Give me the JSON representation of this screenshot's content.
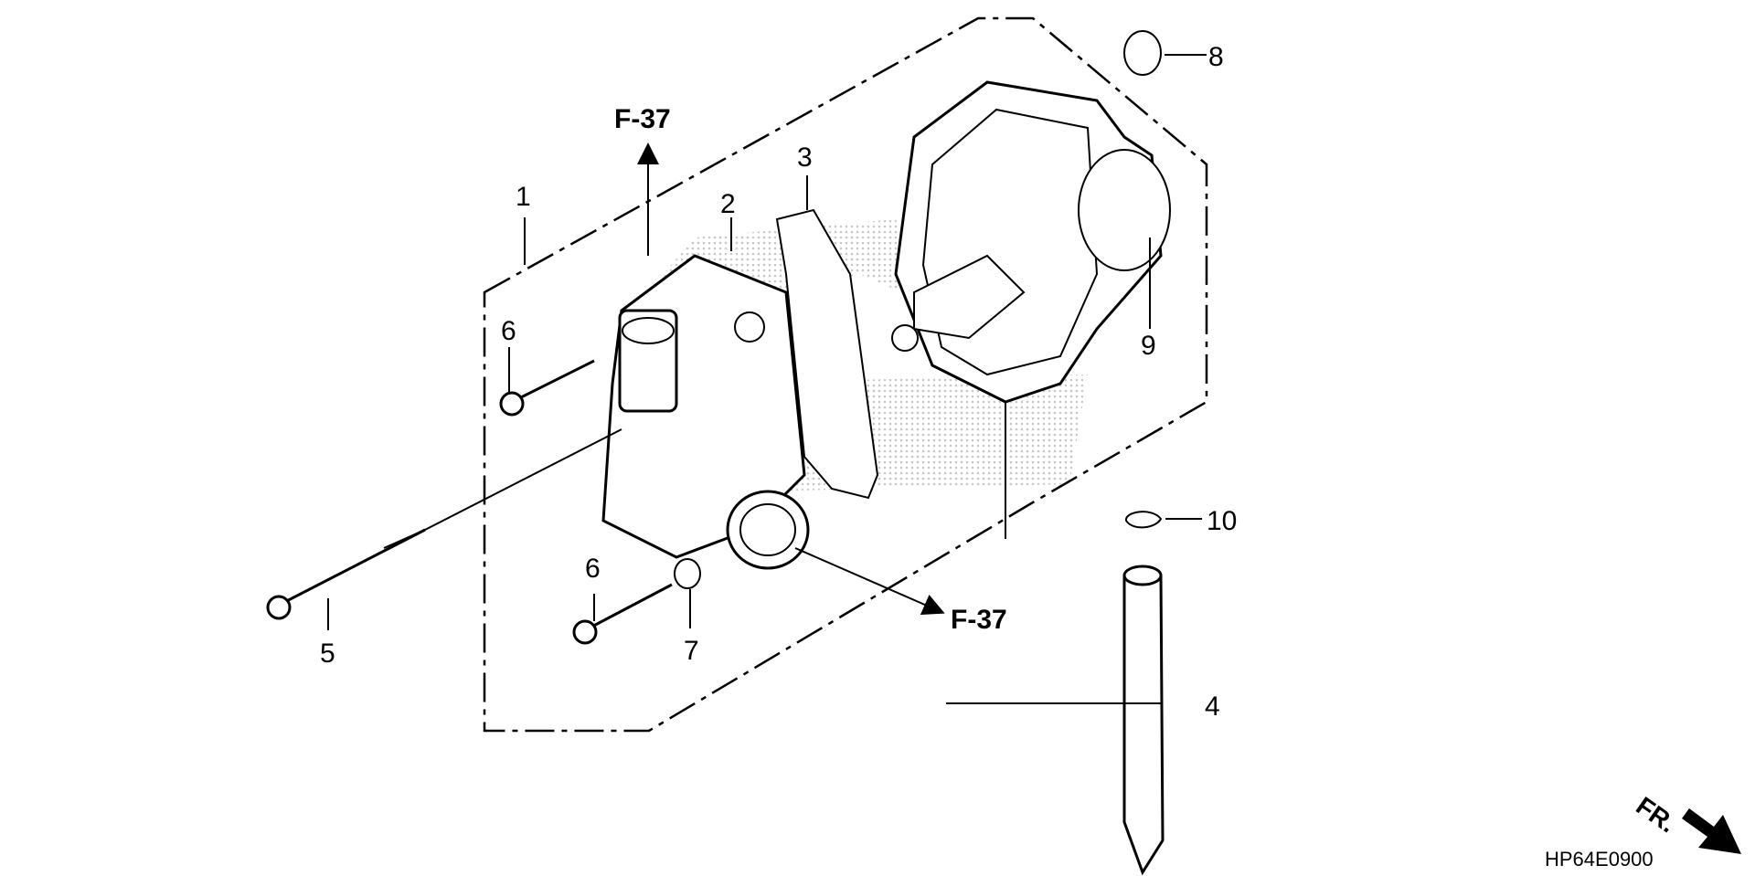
{
  "callouts": {
    "p1": "1",
    "p2": "2",
    "p3": "3",
    "p4": "4",
    "p5": "5",
    "p6a": "6",
    "p6b": "6",
    "p7": "7",
    "p8": "8",
    "p9": "9",
    "p10": "10"
  },
  "references": {
    "top": "F-37",
    "bottom": "F-37"
  },
  "diagram_code": "HP64E0900",
  "direction_label": "FR.",
  "colors": {
    "ink": "#000000",
    "background": "#ffffff",
    "watermark": "#c8c8c8"
  },
  "icons": {
    "direction": "arrow-right-down-icon",
    "watermark": "honda-wing-logo"
  }
}
